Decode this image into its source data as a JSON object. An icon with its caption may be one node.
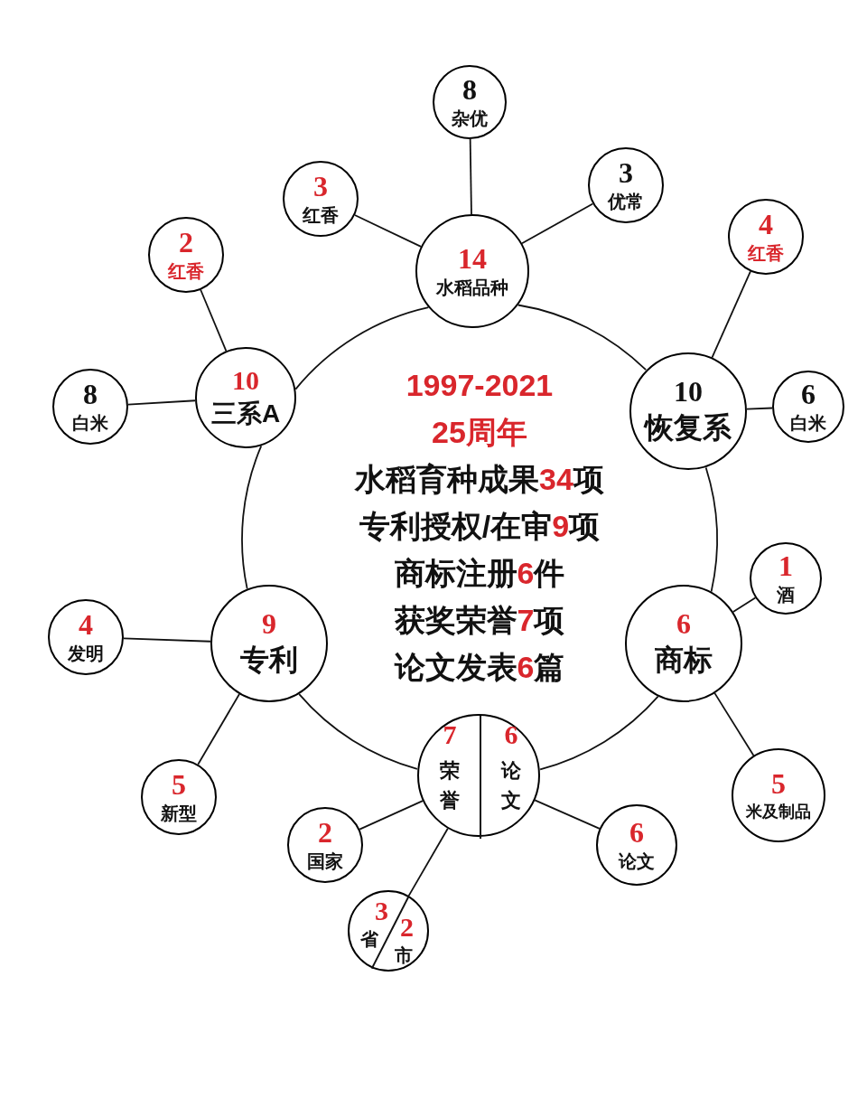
{
  "diagram": {
    "nodes": [
      {
        "text": [
          "14",
          "水稻品种"
        ]
      },
      {
        "text": [
          "8",
          "杂优"
        ]
      },
      {
        "text": [
          "3",
          "红香"
        ]
      },
      {
        "text": [
          "3",
          "优常"
        ]
      },
      {
        "text": [
          "10",
          "三系A"
        ]
      },
      {
        "text": [
          "2",
          "红香"
        ]
      },
      {
        "text": [
          "8",
          "白米"
        ]
      },
      {
        "text": [
          "10",
          "恢复系"
        ]
      },
      {
        "text": [
          "4",
          "红香"
        ]
      },
      {
        "text": [
          "6",
          "白米"
        ]
      },
      {
        "text": [
          "9",
          "专利"
        ]
      },
      {
        "text": [
          "4",
          "发明"
        ]
      },
      {
        "text": [
          "5",
          "新型"
        ]
      },
      {
        "text": [
          "6",
          "商标"
        ]
      },
      {
        "text": [
          "1",
          "酒"
        ]
      },
      {
        "text": [
          "5",
          "米及制品"
        ]
      },
      {
        "text": [
          "7",
          "荣誉",
          "6",
          "论文"
        ]
      },
      {
        "text": [
          "2",
          "国家"
        ]
      },
      {
        "text": [
          "3",
          "省",
          "2",
          "市"
        ]
      },
      {
        "text": [
          "6",
          "论文"
        ]
      }
    ],
    "edges": [
      {
        "from": 0,
        "to": 1,
        "arrow": "none"
      },
      {
        "from": 0,
        "to": 2,
        "arrow": "none"
      },
      {
        "from": 0,
        "to": 3,
        "arrow": "none"
      },
      {
        "from": 4,
        "to": 5,
        "arrow": "none"
      },
      {
        "from": 4,
        "to": 6,
        "arrow": "none"
      },
      {
        "from": 7,
        "to": 8,
        "arrow": "none"
      },
      {
        "from": 7,
        "to": 9,
        "arrow": "none"
      },
      {
        "from": 10,
        "to": 11,
        "arrow": "none"
      },
      {
        "from": 10,
        "to": 12,
        "arrow": "none"
      },
      {
        "from": 13,
        "to": 14,
        "arrow": "none"
      },
      {
        "from": 13,
        "to": 15,
        "arrow": "none"
      },
      {
        "from": 16,
        "to": 17,
        "arrow": "none"
      },
      {
        "from": 16,
        "to": 18,
        "arrow": "none"
      },
      {
        "from": 16,
        "to": 19,
        "arrow": "none"
      },
      {
        "from": 0,
        "to": 7,
        "arrow": "none"
      },
      {
        "from": 7,
        "to": 13,
        "arrow": "none"
      },
      {
        "from": 13,
        "to": 16,
        "arrow": "none"
      },
      {
        "from": 16,
        "to": 10,
        "arrow": "none"
      },
      {
        "from": 10,
        "to": 4,
        "arrow": "none"
      },
      {
        "from": 4,
        "to": 0,
        "arrow": "none"
      }
    ],
    "labels": [
      "1997-2021",
      "25周年",
      "水稻育种成果34项",
      "专利授权/在审9项",
      "商标注册6件",
      "获奖荣誉7项",
      "论文发表6篇"
    ]
  }
}
